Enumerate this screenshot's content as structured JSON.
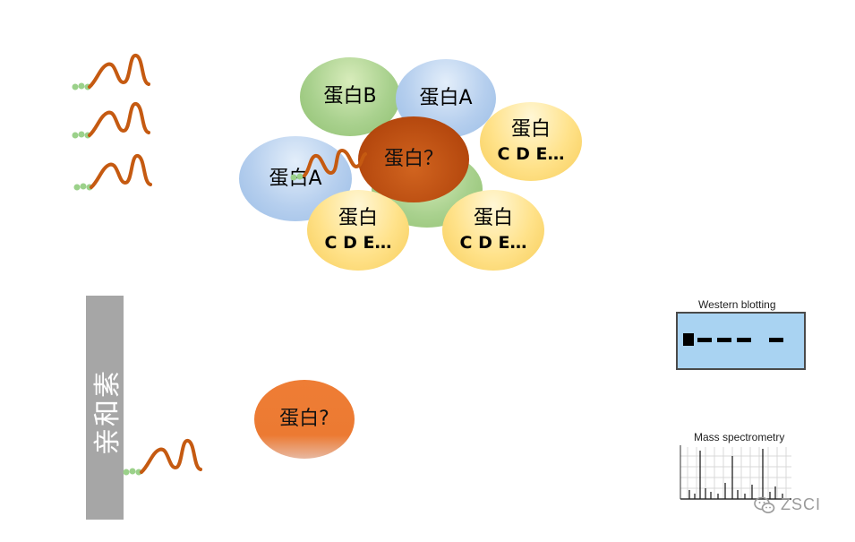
{
  "colors": {
    "green": "#a9d18e",
    "blue": "#b6cfee",
    "yellow": "#ffe28a",
    "rust": "#b5480e",
    "orange": "#ec7a32",
    "gray_bar": "#a6a6a6",
    "wavy": "#c55a11",
    "bead": "#9bd18a",
    "blot_bg": "#a9d3f2"
  },
  "bubbles": {
    "protein_b": "蛋白B",
    "protein_a_top": "蛋白A",
    "protein_a_left": "蛋白A",
    "protein_cde_right_line1": "蛋白",
    "protein_cde_right_line2": "C D E…",
    "protein_cde_bottom_left_line1": "蛋白",
    "protein_cde_bottom_left_line2": "C D E…",
    "protein_cde_bottom_right_line1": "蛋白",
    "protein_cde_bottom_right_line2": "C D E…",
    "protein_unknown_center": "蛋白？",
    "protein_unknown_bottom": "蛋白?"
  },
  "affinity_bar": {
    "label": "亲和素"
  },
  "western_blot": {
    "title": "Western blotting"
  },
  "mass_spec": {
    "title": "Mass spectrometry"
  },
  "watermark": {
    "text": "ZSCI"
  }
}
